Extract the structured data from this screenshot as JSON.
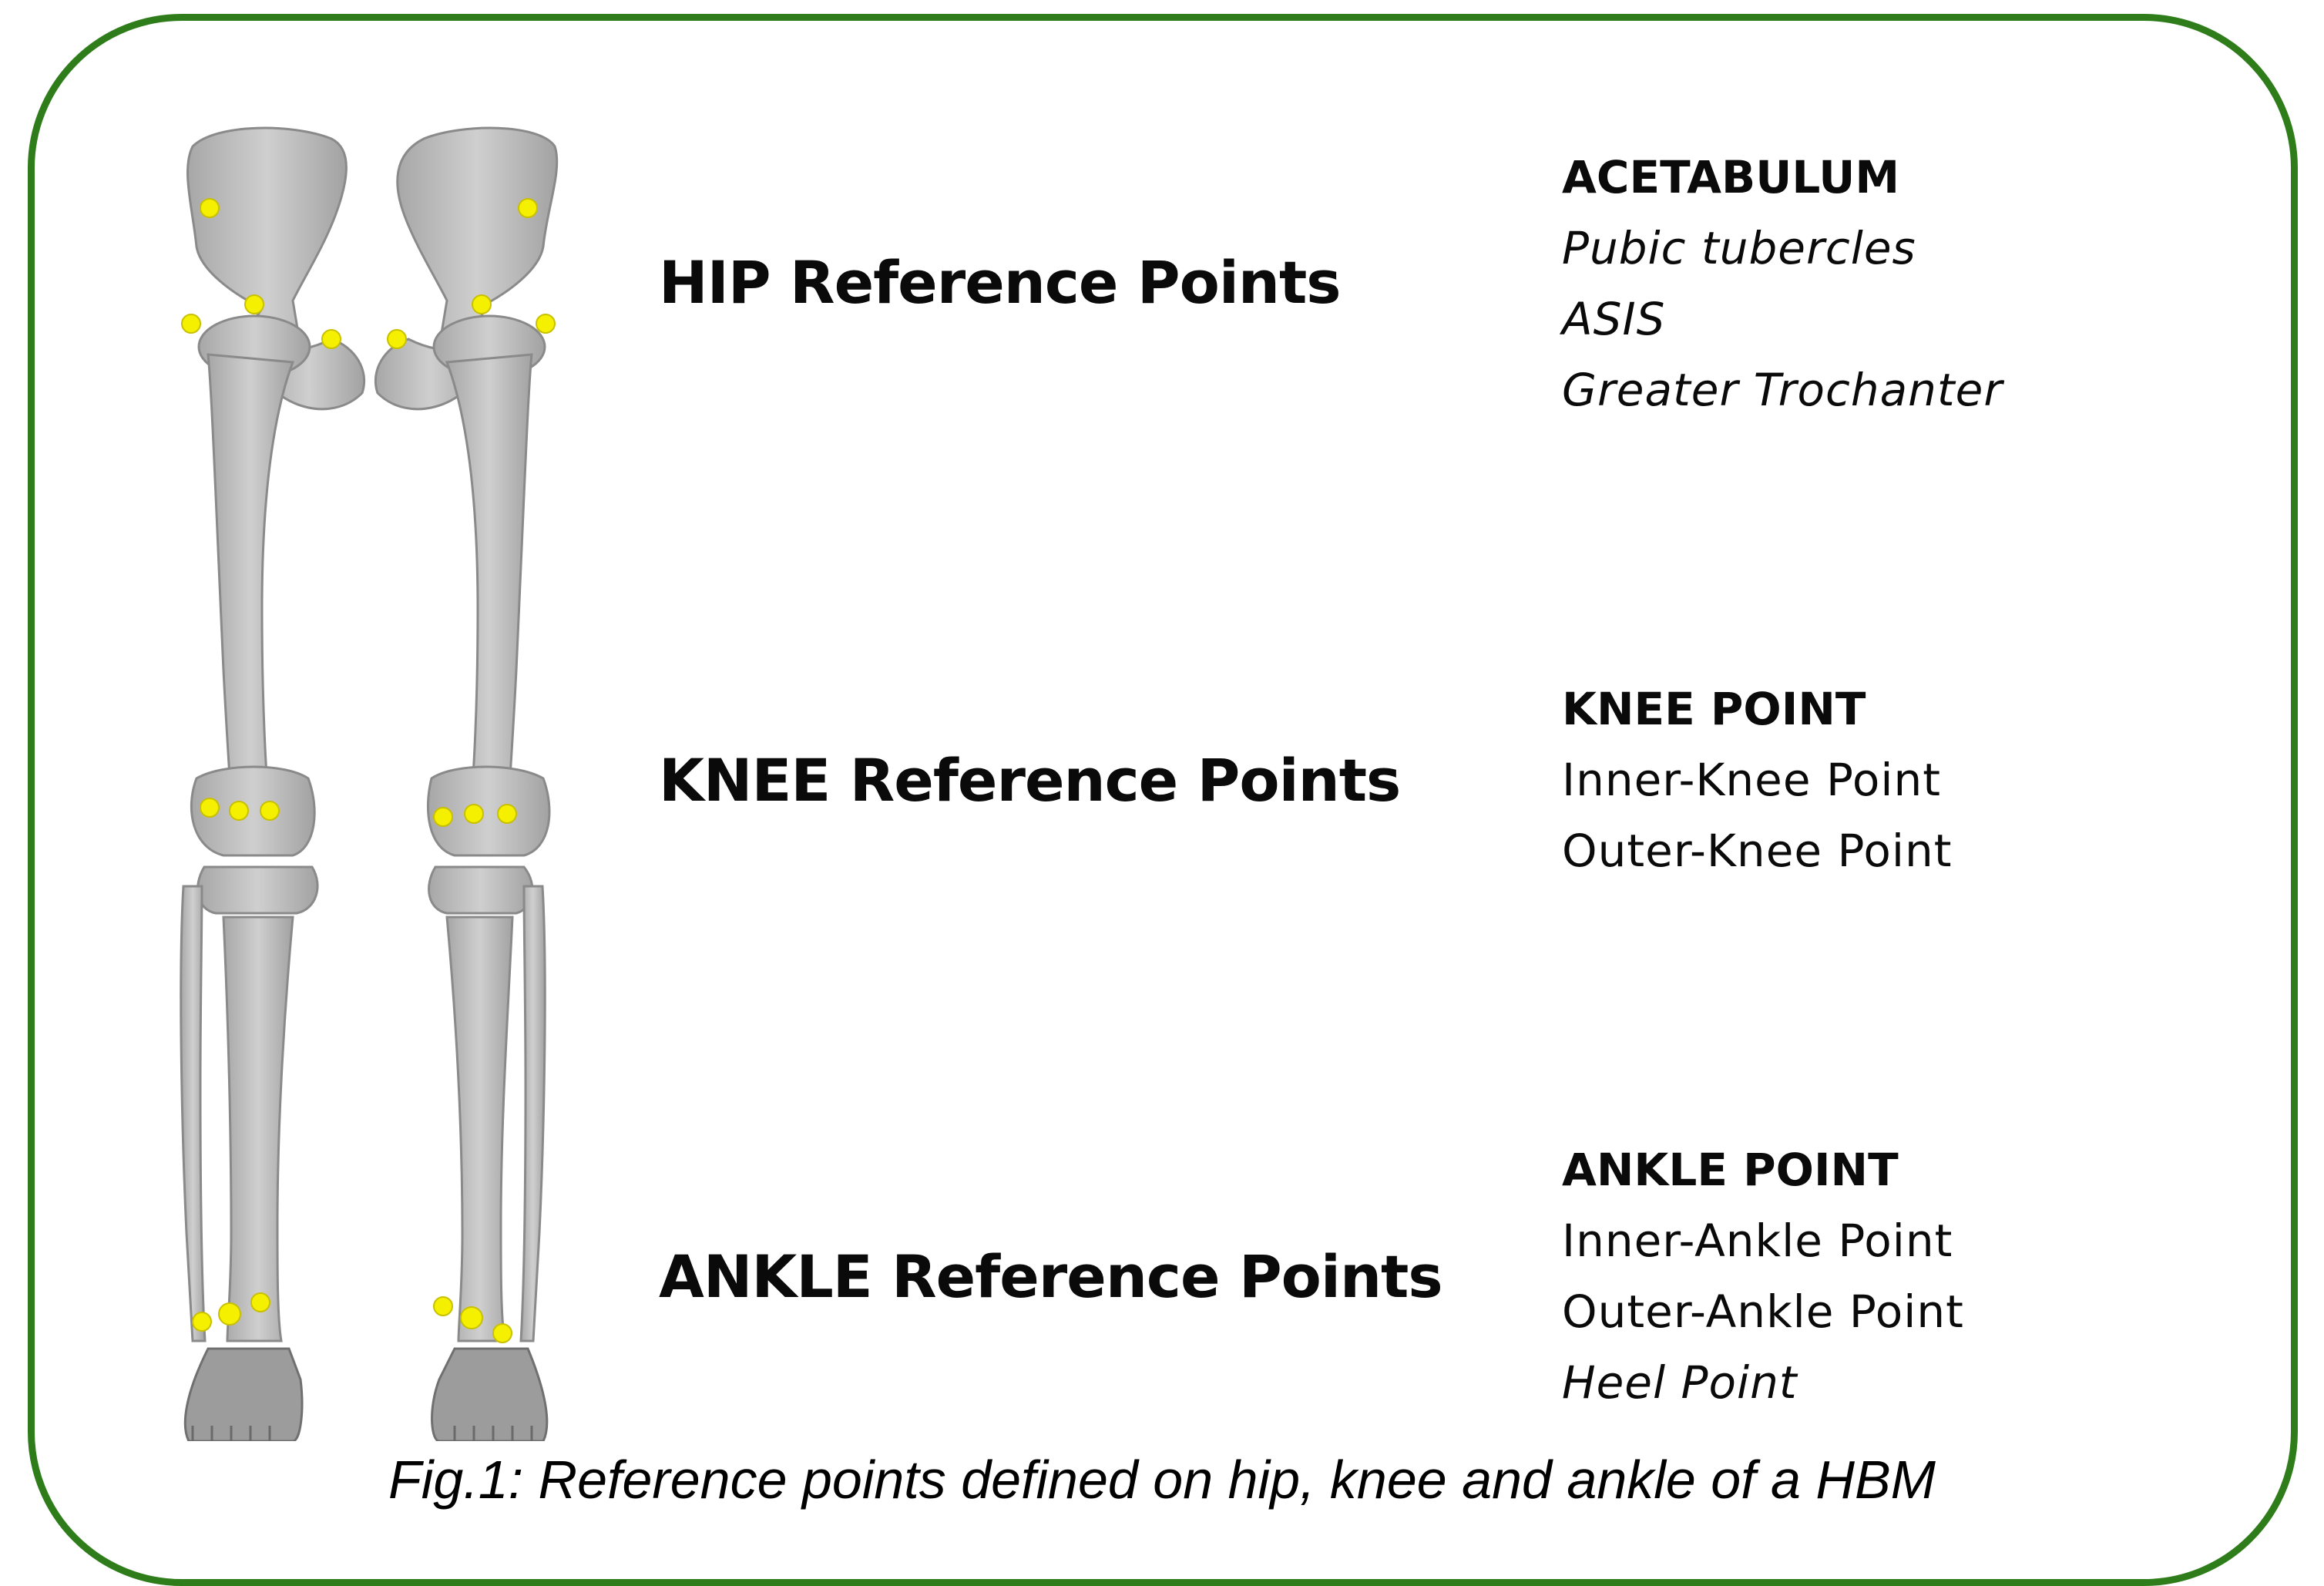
{
  "colors": {
    "frame": "#2e7d1a",
    "bone": "#b8b8b8",
    "bone_dark": "#8c8c8c",
    "marker": "#f4f000"
  },
  "headings": {
    "hip": "HIP Reference Points",
    "knee": "KNEE Reference Points",
    "ankle": "ANKLE Reference Points"
  },
  "hip_points": {
    "title": "ACETABULUM",
    "items": [
      "Pubic tubercles",
      "ASIS",
      "Greater Trochanter"
    ]
  },
  "knee_points": {
    "title": "KNEE POINT",
    "items": [
      "Inner-Knee Point",
      "Outer-Knee Point"
    ]
  },
  "ankle_points": {
    "title": "ANKLE POINT",
    "items": [
      "Inner-Ankle Point",
      "Outer-Ankle Point",
      "Heel Point"
    ]
  },
  "caption": "Fig.1: Reference points defined on hip, knee and ankle of a HBM"
}
